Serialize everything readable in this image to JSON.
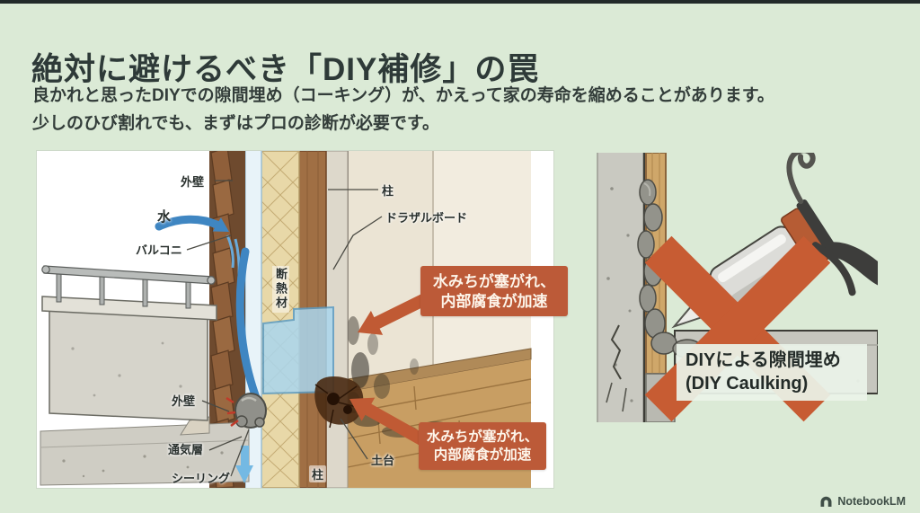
{
  "header": {
    "title": "絶対に避けるべき「DIY補修」の罠",
    "subtitle1": "良かれと思ったDIYでの隙間埋め（コーキング）が、かえって家の寿命を縮めることがあります。",
    "subtitle2": "少しのひび割れでも、まずはプロの診断が必要です。"
  },
  "diagram": {
    "labels": {
      "wall_top": "外壁",
      "water": "水",
      "balcony": "バルコニ",
      "insulation": "断熱材",
      "pillar_top": "柱",
      "drywall": "ドラザルボード",
      "wall_bottom": "外壁",
      "vent_layer": "通気層",
      "sealing": "シーリング",
      "pillar_bottom": "柱",
      "sill": "土台"
    },
    "callout_top": {
      "line1": "水みちが塞がれ、",
      "line2": "内部腐食が加速"
    },
    "callout_bottom": {
      "line1": "水みちが塞がれ、",
      "line2": "内部腐食が加速"
    }
  },
  "figure": {
    "caption_line1": "DIYによる隙間埋め",
    "caption_line2": "(DIY Caulking)"
  },
  "footer": {
    "watermark": "NotebookLM"
  },
  "colors": {
    "background": "#dbead6",
    "callout": "#bc5a38",
    "cross": "#c75c33",
    "water_arrow": "#3f86c2",
    "title_text": "#2e3a38"
  }
}
